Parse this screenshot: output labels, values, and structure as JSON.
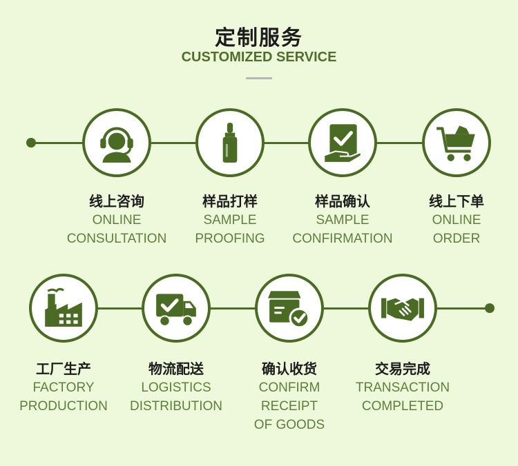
{
  "header": {
    "title": "定制服务",
    "subtitle": "CUSTOMIZED SERVICE"
  },
  "colors": {
    "background": "#eef9dc",
    "accent": "#4a6b23",
    "english_text": "#5e7f3a"
  },
  "steps": [
    {
      "icon": "headset-icon",
      "cn": "线上咨询",
      "en": [
        "ONLINE",
        "CONSULTATION"
      ]
    },
    {
      "icon": "dropper-bottle-icon",
      "cn": "样品打样",
      "en": [
        "SAMPLE",
        "PROOFING"
      ]
    },
    {
      "icon": "checked-document-hand-icon",
      "cn": "样品确认",
      "en": [
        "SAMPLE",
        "CONFIRMATION"
      ]
    },
    {
      "icon": "shopping-cart-icon",
      "cn": "线上下单",
      "en": [
        "ONLINE",
        "ORDER"
      ]
    },
    {
      "icon": "factory-icon",
      "cn": "工厂生产",
      "en": [
        "FACTORY",
        "PRODUCTION"
      ]
    },
    {
      "icon": "delivery-truck-icon",
      "cn": "物流配送",
      "en": [
        "LOGISTICS",
        "DISTRIBUTION"
      ]
    },
    {
      "icon": "package-check-icon",
      "cn": "确认收货",
      "en": [
        "CONFIRM",
        "RECEIPT",
        "OF GOODS"
      ]
    },
    {
      "icon": "handshake-icon",
      "cn": "交易完成",
      "en": [
        "TRANSACTION",
        "COMPLETED"
      ]
    }
  ]
}
